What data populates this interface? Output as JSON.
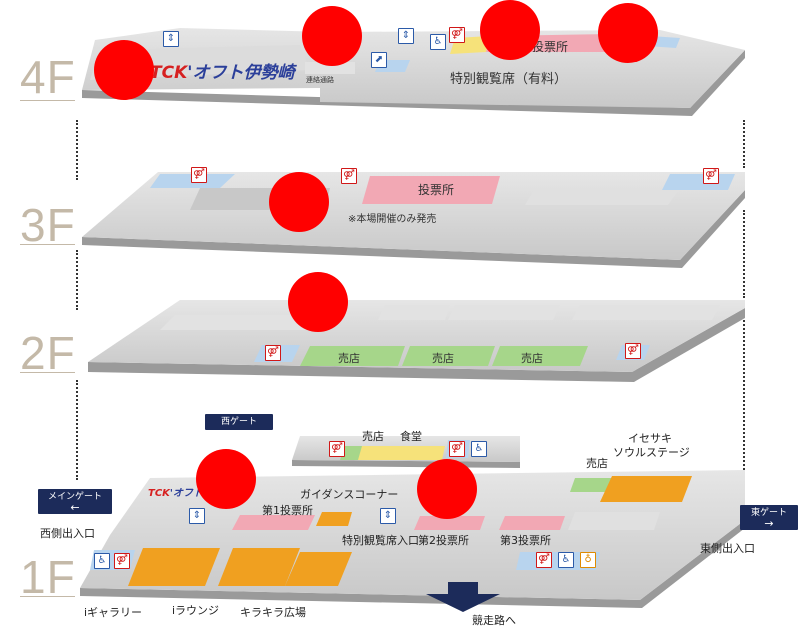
{
  "floors": {
    "f4": "4F",
    "f3": "3F",
    "f2": "2F",
    "f1": "1F"
  },
  "floor4": {
    "logo_tck": "TCK",
    "logo_text": "'オフト伊勢崎",
    "corridor_label": "連絡通路",
    "vote_label": "投票所",
    "seats_label": "特別観覧席（有料）"
  },
  "floor3": {
    "vote_label": "投票所",
    "note": "※本場開催のみ発売"
  },
  "floor2": {
    "shop1": "売店",
    "shop2": "売店",
    "shop3": "売店"
  },
  "floor1": {
    "logo_tck": "TCK",
    "logo_text": "'オフト",
    "west_gate": "西ゲート",
    "main_gate": "メインゲート",
    "east_gate": "東ゲート",
    "west_entrance": "西側出入口",
    "east_entrance": "東側出入口",
    "shop_small": "売店",
    "dining": "食堂",
    "shop_right": "売店",
    "stage_line1": "イセサキ",
    "stage_line2": "ソウルステージ",
    "guidance": "ガイダンスコーナー",
    "vote1": "第1投票所",
    "seats_entrance": "特別観覧席入口",
    "vote2": "第2投票所",
    "vote3": "第3投票所",
    "gallery": "iギャラリー",
    "lounge": "iラウンジ",
    "plaza": "キラキラ広場",
    "to_track": "競走路へ"
  },
  "colors": {
    "floor_gray": "#d4d4d4",
    "floor_side": "#9a9a9a",
    "vote_pink": "#f2a8b4",
    "shop_green": "#a6d68a",
    "orange": "#f0a020",
    "dining_yellow": "#f6e27a",
    "restroom_blue": "#b8d4ee",
    "gate_navy": "#1c2b5a",
    "floor_label_beige": "#c4b9a8",
    "marker_red": "#ff0000"
  }
}
